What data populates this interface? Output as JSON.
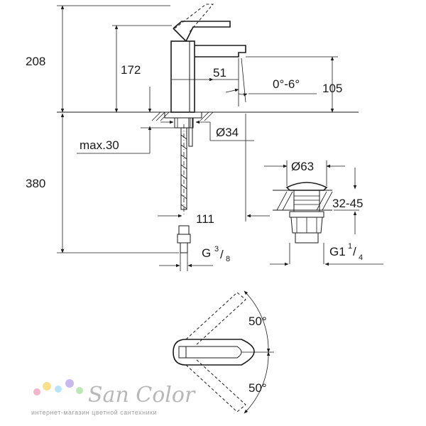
{
  "dims": {
    "d208": "208",
    "d172": "172",
    "d51": "51",
    "angle_tilt": "0°-6°",
    "d105": "105",
    "dia34": "Ø34",
    "max30": "max.30",
    "d380": "380",
    "d111": "111",
    "g_main": "G",
    "g_num": "3",
    "g_slash": "/",
    "g_den": "8",
    "dia63": "Ø63",
    "range_32_45": "32-45",
    "g1_main": "G1",
    "g1_num": "1",
    "g1_slash": "/",
    "g1_den": "4",
    "angle_top": "50°",
    "angle_bottom": "50°"
  },
  "watermark": {
    "brand": "San Color",
    "tagline": "интернет-магазин цветной сантехники",
    "dot_colors": [
      "#f4b6c8",
      "#f9e08a",
      "#b9e3f7",
      "#c8b8ef",
      "#bfe6b8"
    ]
  }
}
